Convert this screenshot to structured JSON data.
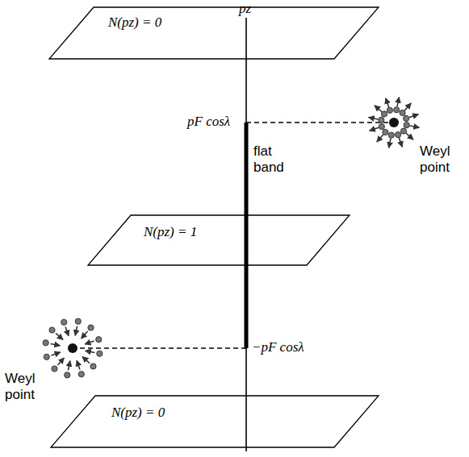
{
  "diagram": {
    "nodes": [
      {
        "text": [
          "N(pz) = 0"
        ]
      },
      {
        "text": [
          "N(pz) = 1"
        ]
      },
      {
        "text": [
          "N(pz) = 0"
        ]
      }
    ],
    "labels": [
      "pz",
      "pF cosλ",
      "flat band",
      "Weyl point",
      "−pF cosλ",
      "Weyl point"
    ]
  }
}
